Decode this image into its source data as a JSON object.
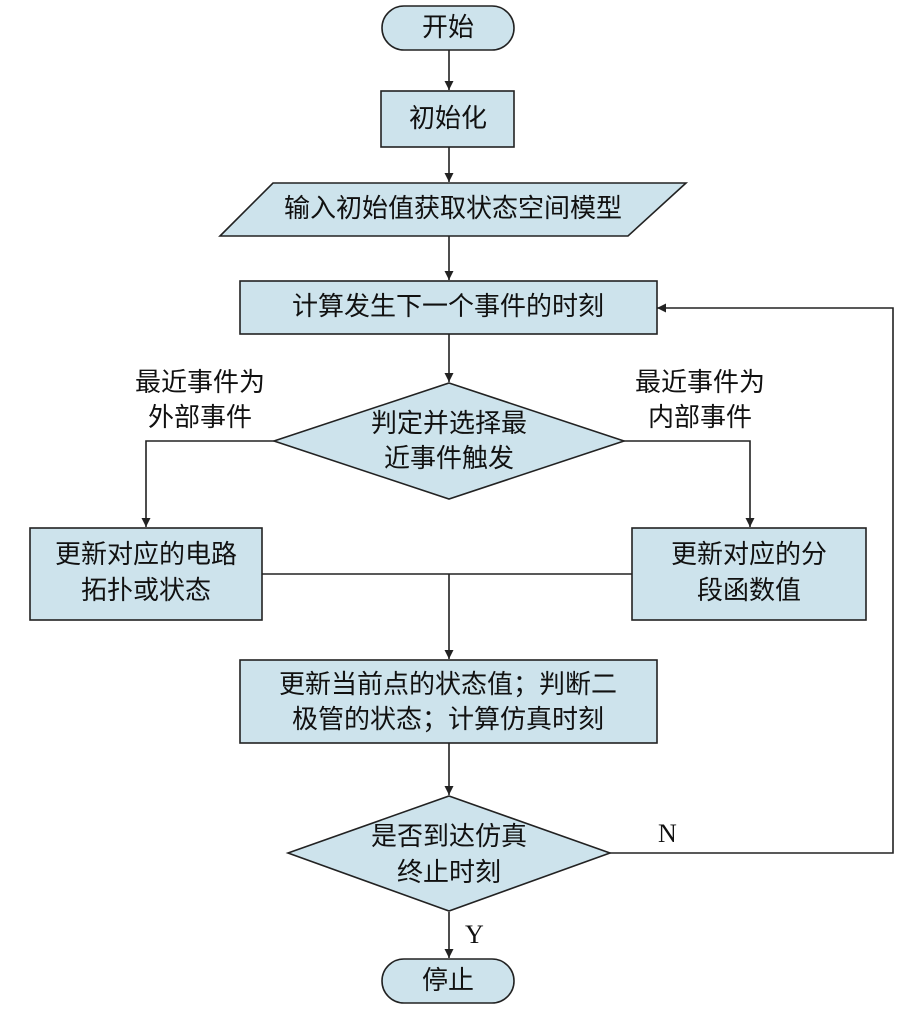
{
  "colors": {
    "node_fill": "#cde3ec",
    "stroke": "#222222",
    "text": "#111111",
    "background": "#ffffff"
  },
  "nodes": {
    "start": "开始",
    "init": "初始化",
    "input": "输入初始值获取状态空间模型",
    "next_event": "计算发生下一个事件的时刻",
    "decide": {
      "line1": "判定并选择最",
      "line2": "近事件触发"
    },
    "update_circuit": {
      "line1": "更新对应的电路",
      "line2": "拓扑或状态"
    },
    "update_piecewise": {
      "line1": "更新对应的分",
      "line2": "段函数值"
    },
    "update_state": {
      "line1": "更新当前点的状态值；判断二",
      "line2": "极管的状态；计算仿真时刻"
    },
    "end_check": {
      "line1": "是否到达仿真",
      "line2": "终止时刻"
    },
    "stop": "停止"
  },
  "edge_labels": {
    "external": {
      "line1": "最近事件为",
      "line2": "外部事件"
    },
    "internal": {
      "line1": "最近事件为",
      "line2": "内部事件"
    },
    "no": "N",
    "yes": "Y"
  }
}
